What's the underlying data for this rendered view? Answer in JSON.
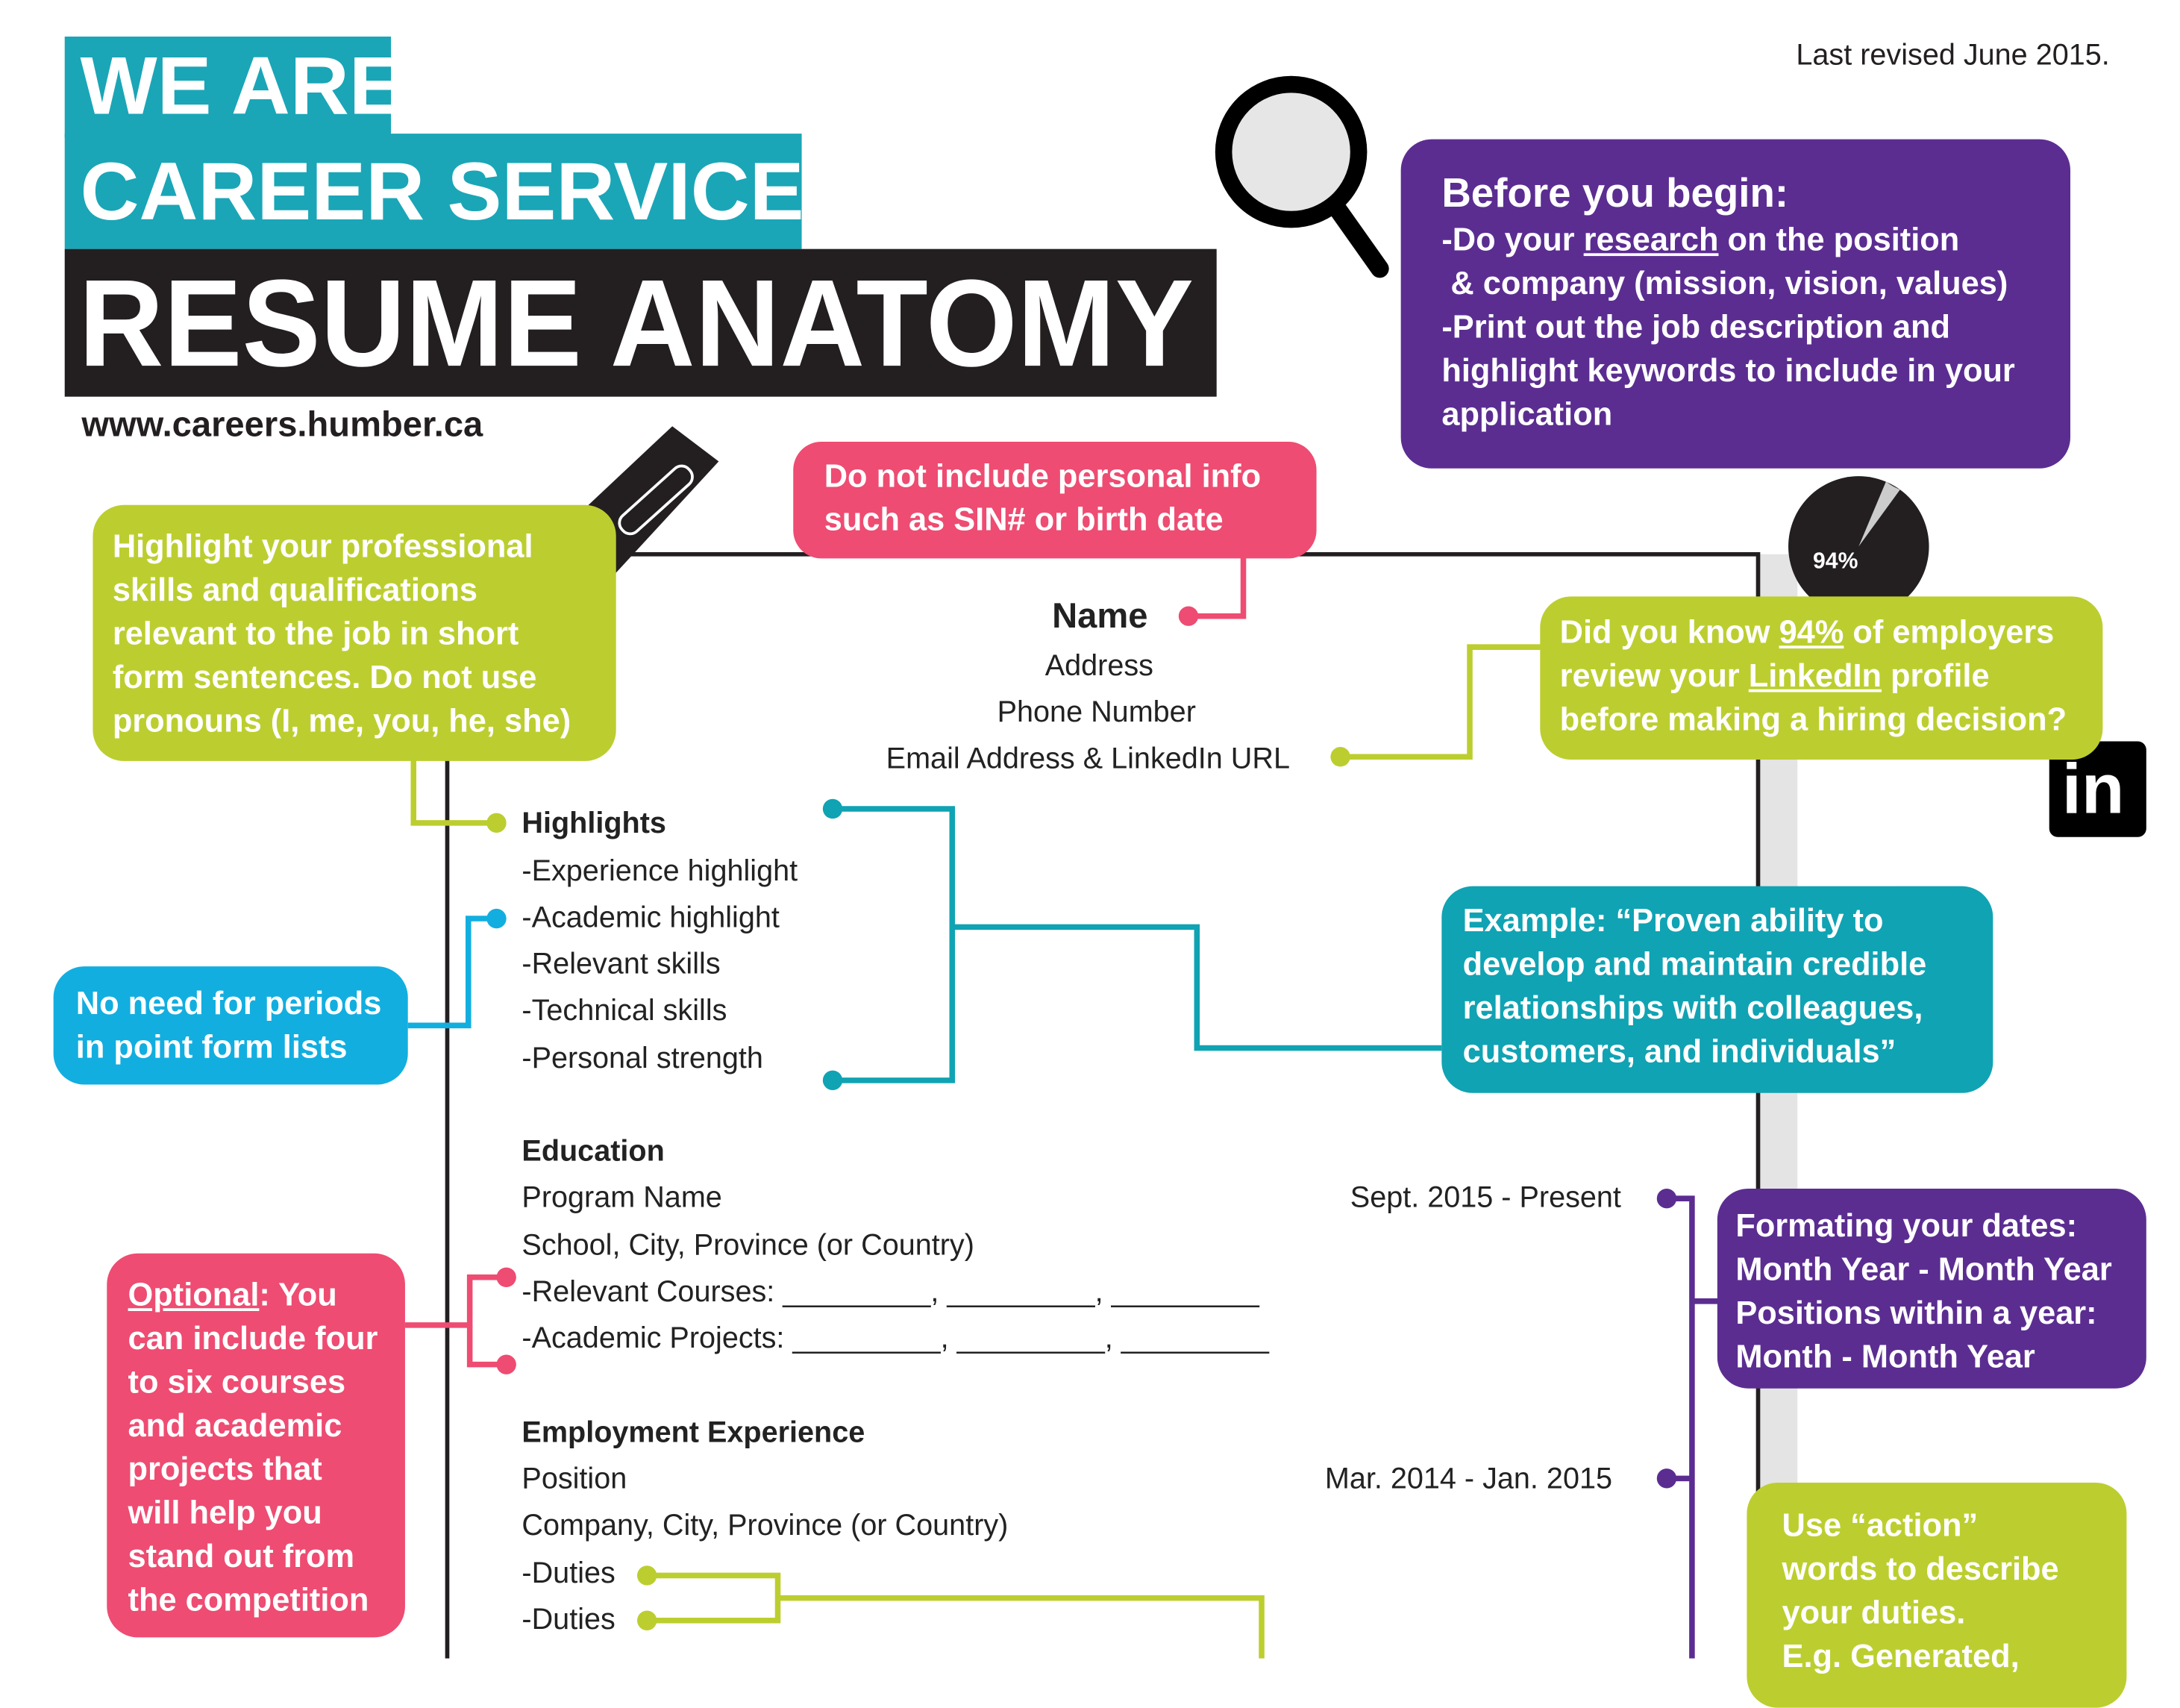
{
  "revised": "Last revised June 2015.",
  "header": {
    "we_are": "WE ARE",
    "career_services": "CAREER SERVICES",
    "title": "RESUME ANATOMY",
    "url": "www.careers.humber.ca"
  },
  "callouts": {
    "before": {
      "title": "Before you begin:",
      "l1a": "-Do your ",
      "l1b": "research",
      "l1c": " on the position",
      "l2": " & company (mission, vision, values)",
      "l3": "-Print out the job description and",
      "l4": "highlight keywords to include in your",
      "l5": "application"
    },
    "personal": {
      "l1": "Do not include personal info",
      "l2": "such as SIN# or birth date"
    },
    "highlight": {
      "l1": "Highlight your professional",
      "l2": "skills and qualifications",
      "l3": "relevant to the job in short",
      "l4": "form sentences. Do not use",
      "l5": "pronouns (I, me, you, he, she)"
    },
    "linkedin": {
      "l1a": "Did you know ",
      "l1b": "94%",
      "l1c": " of employers",
      "l2a": "review your ",
      "l2b": "LinkedIn",
      "l2c": " profile",
      "l3": "before making a hiring decision?"
    },
    "periods": {
      "l1": "No need for periods",
      "l2": "in point form lists"
    },
    "example": {
      "l1": "Example: “Proven ability to",
      "l2": "develop and maintain credible",
      "l3": "relationships with colleagues,",
      "l4": "customers, and individuals”"
    },
    "dates": {
      "l1": "Formating your dates:",
      "l2": "Month Year - Month Year",
      "l3": "Positions within a year:",
      "l4": "Month - Month Year"
    },
    "optional": {
      "l1a": "Optional",
      "l1b": ": You",
      "l2": "can include four",
      "l3": "to six courses",
      "l4": "and academic",
      "l5": "projects that",
      "l6": "will help you",
      "l7": "stand out from",
      "l8": "the competition"
    },
    "action": {
      "l1": "Use “action”",
      "l2": "words to describe",
      "l3": "your duties.",
      "l4": "E.g. Generated,"
    }
  },
  "pie": {
    "label": "94%",
    "value": 94
  },
  "linkedin_icon": {
    "label": "in",
    "icon": "linkedin-icon"
  },
  "resume": {
    "name": "Name",
    "address": "Address",
    "phone": "Phone Number",
    "email": "Email Address & LinkedIn URL",
    "highlights": {
      "heading": "Highlights",
      "items": [
        "-Experience highlight",
        "-Academic highlight",
        "-Relevant skills",
        "-Technical skills",
        "-Personal strength"
      ]
    },
    "education": {
      "heading": "Education",
      "program": "Program Name",
      "school": "School, City, Province (or Country)",
      "courses": "-Relevant Courses: _________, _________, _________",
      "projects": "-Academic Projects: _________, _________, _________",
      "date": "Sept. 2015 - Present"
    },
    "employment": {
      "heading": "Employment Experience",
      "position": "Position",
      "company": "Company, City, Province (or Country)",
      "duty1": "-Duties",
      "duty2": "-Duties",
      "date": "Mar. 2014 - Jan. 2015"
    }
  },
  "colors": {
    "teal": "#1aa6b7",
    "black": "#231f20",
    "purple": "#5b2d91",
    "pink": "#ee4c72",
    "lime": "#bcce2f",
    "blue": "#12aee0",
    "dark_teal": "#10a3b3"
  }
}
